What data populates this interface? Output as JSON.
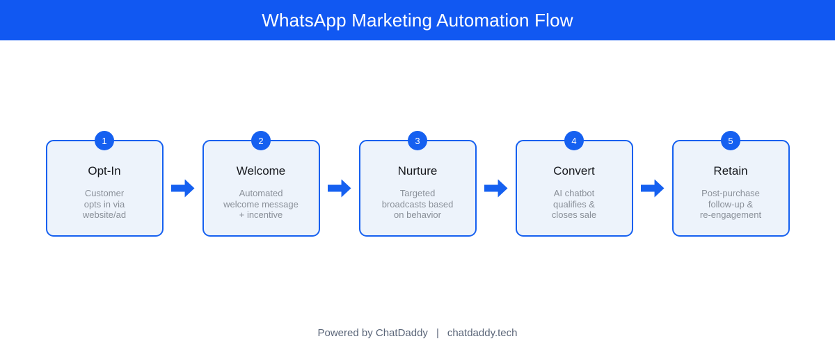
{
  "header": {
    "title": "WhatsApp Marketing Automation Flow"
  },
  "steps": [
    {
      "number": "1",
      "title": "Opt-In",
      "description": "Customer\nopts in via\nwebsite/ad"
    },
    {
      "number": "2",
      "title": "Welcome",
      "description": "Automated\nwelcome message\n+ incentive"
    },
    {
      "number": "3",
      "title": "Nurture",
      "description": "Targeted\nbroadcasts based\non behavior"
    },
    {
      "number": "4",
      "title": "Convert",
      "description": "AI chatbot\nqualifies &\ncloses sale"
    },
    {
      "number": "5",
      "title": "Retain",
      "description": "Post-purchase\nfollow-up &\nre-engagement"
    }
  ],
  "footer": {
    "powered_by": "Powered by ChatDaddy",
    "separator": "|",
    "site": "chatdaddy.tech"
  },
  "colors": {
    "header_bg": "#1158f2",
    "accent_blue": "#1560f0",
    "box_bg": "#edf3fb",
    "box_border": "#1560f0",
    "title_text": "#16181d",
    "description_text": "#8a9099",
    "footer_text": "#5a6578"
  }
}
